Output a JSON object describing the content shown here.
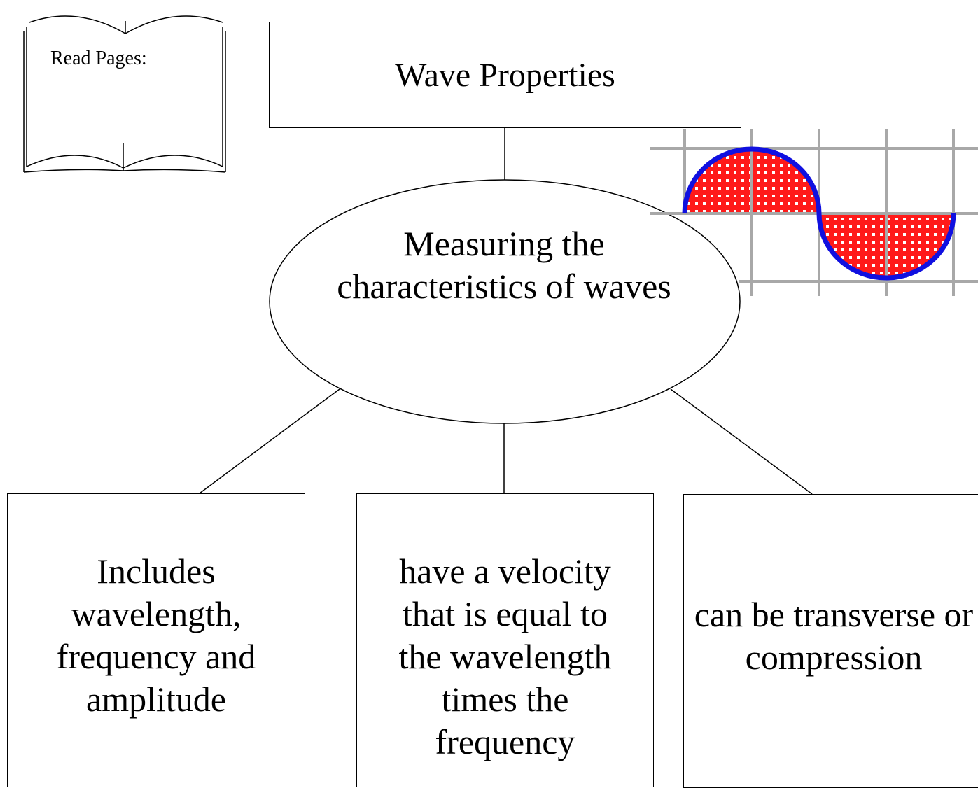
{
  "book": {
    "label": "Read Pages:",
    "icon": "open-book-icon"
  },
  "title": "Wave Properties",
  "center": {
    "text": "Measuring the characteristics of waves"
  },
  "leaves": [
    {
      "text": "Includes wavelength, frequency and amplitude"
    },
    {
      "text": "have a velocity that is equal to the wavelength times the frequency"
    },
    {
      "text": "can be transverse or compression"
    }
  ],
  "wave_graphic": {
    "icon": "sine-wave-icon",
    "fill_color": "#ff1a1a",
    "stroke_color": "#1010e0",
    "grid_color": "#a8a8a8"
  }
}
